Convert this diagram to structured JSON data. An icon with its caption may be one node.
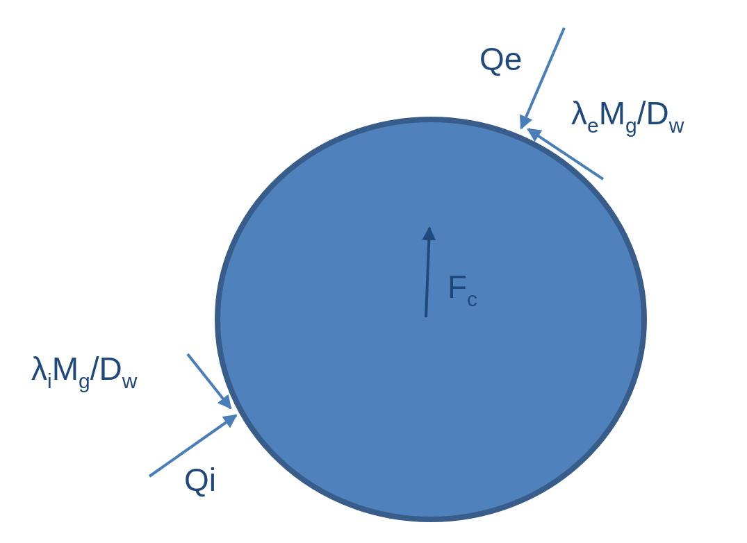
{
  "diagram": {
    "nodes": [
      {
        "text": [
          "F$_{c}$"
        ]
      }
    ],
    "labels": [
      "Qe",
      "λ$_{e}$M$_{g}$/D$_{w}$",
      "λ$_{i}$M$_{g}$/D$_{w}$",
      "Qi"
    ]
  }
}
